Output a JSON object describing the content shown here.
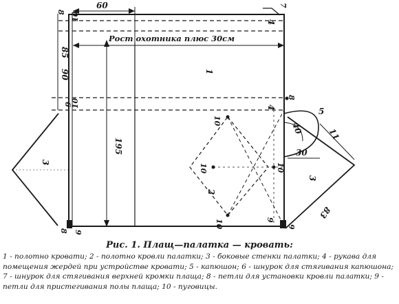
{
  "labels": {
    "width_60": "60",
    "height_195": "195",
    "side_85": "85",
    "depth_90": "90",
    "dim_10a": "10",
    "dim_10b": "10",
    "dim_40": "40",
    "dim_30": "30",
    "dim_5": "5",
    "dim_11": "11",
    "dim_83": "83",
    "text_grow": "Рост охотника плюс 30см",
    "num_1": "1",
    "num_2": "2",
    "num_3": "3",
    "num_3b": "3",
    "num_4": "4",
    "num_4b": "4",
    "num_6": "6",
    "num_7": "7",
    "num_8a": "8",
    "num_8b": "8",
    "num_8c": "8",
    "num_9": "9",
    "num_9b": "9",
    "num_9c": "9",
    "num_10a": "10",
    "num_10b": "10",
    "num_10c": "10",
    "num_10d": "10"
  },
  "caption": {
    "title": "Рис. 1. Плащ—палатка — кровать:",
    "legend": "1 - полотно кровати; 2 - полотно кровли палатки; 3 - боковые стенки палатки; 4 - рукава для помещения жердей при устройстве кровати; 5 - капюшон; 6 - шнурок для стягивания капюшона; 7 - шнурок для стягивания верхней кромки плаща; 8 - петли для установки кровли палатки; 9 - петли для пристегивания полы плаща; 10 - пуговицы."
  }
}
